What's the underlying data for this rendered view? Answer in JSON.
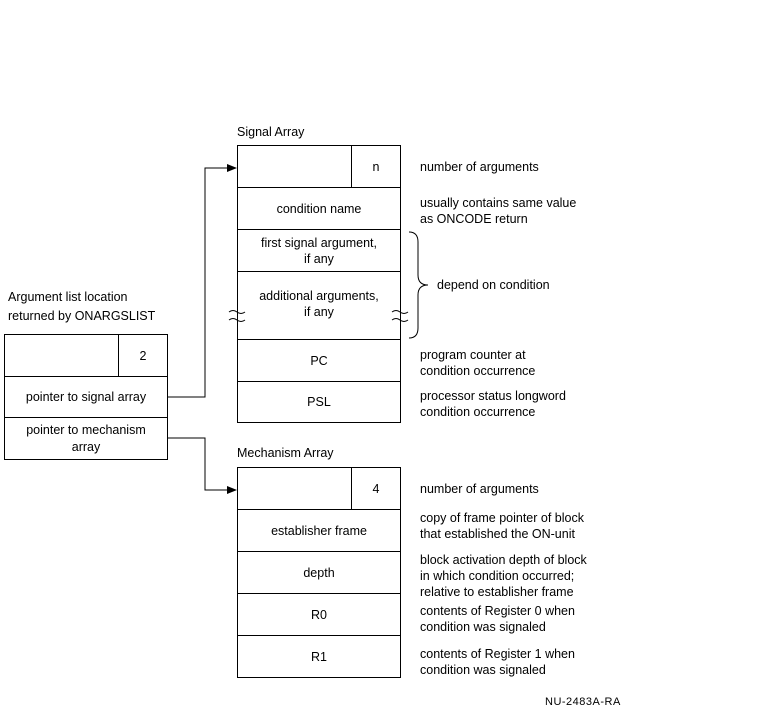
{
  "arg_list": {
    "caption_line1": "Argument list location",
    "caption_line2": "returned by ONARGSLIST",
    "count": "2",
    "ptr_signal": "pointer to signal array",
    "ptr_mechanism": "pointer to mechanism\narray"
  },
  "signal": {
    "title": "Signal Array",
    "count_cell": "n",
    "rows": [
      "condition name",
      "first signal argument,\nif any",
      "additional arguments,\nif any",
      "PC",
      "PSL"
    ],
    "notes": [
      "number of arguments",
      "usually contains same value\nas ONCODE return",
      "program counter at\ncondition occurrence",
      "processor status longword\ncondition occurrence"
    ],
    "brace_note": "depend on condition"
  },
  "mechanism": {
    "title": "Mechanism Array",
    "count_cell": "4",
    "rows": [
      "establisher frame",
      "depth",
      "R0",
      "R1"
    ],
    "notes": [
      "number of arguments",
      "copy of frame pointer of block\nthat established the ON-unit",
      "block activation depth of block\nin which condition occurred;\nrelative to establisher frame",
      "contents of Register 0 when\ncondition was signaled",
      "contents of Register 1 when\ncondition was signaled"
    ]
  },
  "figure_id": "NU-2483A-RA"
}
